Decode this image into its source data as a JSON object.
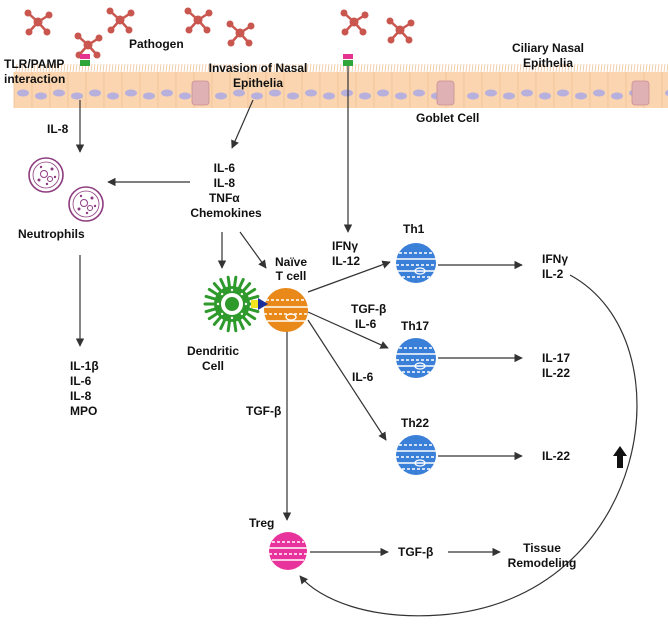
{
  "labels": {
    "tlr": [
      "TLR/PAMP",
      "interaction"
    ],
    "pathogen": "Pathogen",
    "invasion": [
      "Invasion of Nasal",
      "Epithelia"
    ],
    "ciliary": [
      "Ciliary Nasal",
      "Epithelia"
    ],
    "goblet": "Goblet Cell",
    "il8_left": "IL-8",
    "neutrophils": "Neutrophils",
    "neutro_products": [
      "IL-1β",
      "IL-6",
      "IL-8",
      "MPO"
    ],
    "epi_cytokines": [
      "IL-6",
      "IL-8",
      "TNFα",
      "Chemokines"
    ],
    "dc": [
      "Dendritic",
      "Cell"
    ],
    "naive": [
      "Naïve",
      "T cell"
    ],
    "ifn_il12": [
      "IFNγ",
      "IL-12"
    ],
    "th1": "Th1",
    "th1_out": [
      "IFNγ",
      "IL-2"
    ],
    "tgf_il6": [
      "TGF-β",
      "IL-6"
    ],
    "th17": "Th17",
    "th17_out": [
      "IL-17",
      "IL-22"
    ],
    "il6": "IL-6",
    "th22": "Th22",
    "th22_out": "IL-22",
    "tgf_treg": "TGF-β",
    "treg": "Treg",
    "treg_out": "TGF-β",
    "remodel": [
      "Tissue",
      "Remodeling"
    ]
  },
  "colors": {
    "pathogen": "#c9574f",
    "epithelium": "#fad5b0",
    "nucleus": "#b8b0dc",
    "goblet": "#e0b1b4",
    "neutrophil": "#8e3c7f",
    "dc": "#2f9a2c",
    "naive": "#e8891a",
    "th": "#3a7fd8",
    "treg": "#e8339c",
    "receptor": "#e6338f"
  },
  "icons": [
    "pathogen-icon",
    "receptor-icon",
    "neutrophil-icon",
    "dendritic-cell-icon",
    "t-cell-icon",
    "up-arrow-icon"
  ]
}
